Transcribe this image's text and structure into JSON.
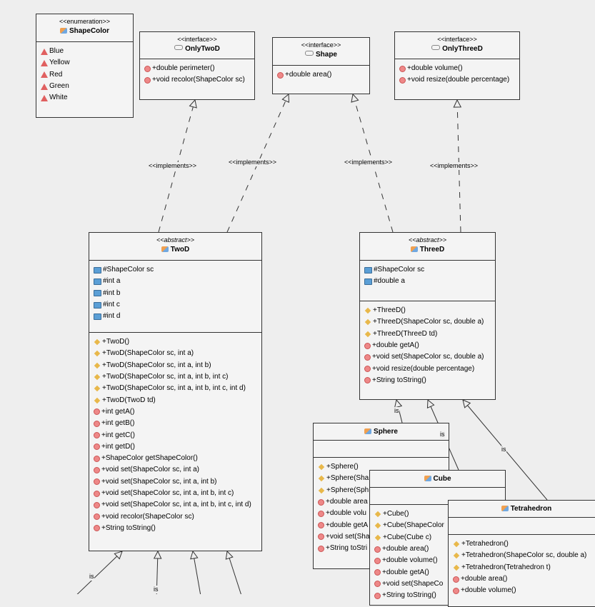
{
  "diagram": {
    "shapecolor": {
      "stereotype": "<<enumeration>>",
      "name": "ShapeColor",
      "attributes": [
        "Blue",
        "Yellow",
        "Red",
        "Green",
        "White"
      ]
    },
    "onlytwod": {
      "stereotype": "<<interface>>",
      "name": "OnlyTwoD",
      "methods": [
        "+double perimeter()",
        "+void recolor(ShapeColor sc)"
      ]
    },
    "shape": {
      "stereotype": "<<interface>>",
      "name": "Shape",
      "methods": [
        "+double area()"
      ]
    },
    "onlythreed": {
      "stereotype": "<<interface>>",
      "name": "OnlyThreeD",
      "methods": [
        "+double volume()",
        "+void resize(double percentage)"
      ]
    },
    "twod": {
      "stereotype": "<<abstract>>",
      "name": "TwoD",
      "attributes": [
        "#ShapeColor sc",
        "#int a",
        "#int b",
        "#int c",
        "#int d"
      ],
      "constructors": [
        "+TwoD()",
        "+TwoD(ShapeColor sc, int a)",
        "+TwoD(ShapeColor sc, int a, int b)",
        "+TwoD(ShapeColor sc, int a, int b, int c)",
        "+TwoD(ShapeColor sc, int a, int b, int c, int d)",
        "+TwoD(TwoD td)"
      ],
      "methods": [
        "+int getA()",
        "+int getB()",
        "+int getC()",
        "+int getD()",
        "+ShapeColor getShapeColor()",
        "+void set(ShapeColor sc, int a)",
        "+void set(ShapeColor sc, int a, int b)",
        "+void set(ShapeColor sc, int a, int b, int c)",
        "+void set(ShapeColor sc, int a, int b, int c, int d)",
        "+void recolor(ShapeColor sc)",
        "+String toString()"
      ]
    },
    "threed": {
      "stereotype": "<<abstract>>",
      "name": "ThreeD",
      "attributes": [
        "#ShapeColor sc",
        "#double a"
      ],
      "constructors": [
        "+ThreeD()",
        "+ThreeD(ShapeColor sc, double a)",
        "+ThreeD(ThreeD td)"
      ],
      "methods": [
        "+double getA()",
        "+void set(ShapeColor sc, double a)",
        "+void resize(double percentage)",
        "+String toString()"
      ]
    },
    "sphere": {
      "name": "Sphere",
      "constructors": [
        "+Sphere()",
        "+Sphere(Sha",
        "+Sphere(Sph"
      ],
      "methods": [
        "+double area",
        "+double volu",
        "+double getA",
        "+void set(Sha",
        "+String toStri"
      ]
    },
    "cube": {
      "name": "Cube",
      "constructors": [
        "+Cube()",
        "+Cube(ShapeColor",
        "+Cube(Cube c)"
      ],
      "methods": [
        "+double area()",
        "+double volume()",
        "+double getA()",
        "+void set(ShapeCo",
        "+String toString()"
      ]
    },
    "tetrahedron": {
      "name": "Tetrahedron",
      "constructors": [
        "+Tetrahedron()",
        "+Tetrahedron(ShapeColor sc, double a)",
        "+Tetrahedron(Tetrahedron t)"
      ],
      "methods": [
        "+double area()",
        "+double volume()"
      ]
    },
    "relations": {
      "implements": "<<implements>>",
      "is": "is"
    }
  }
}
